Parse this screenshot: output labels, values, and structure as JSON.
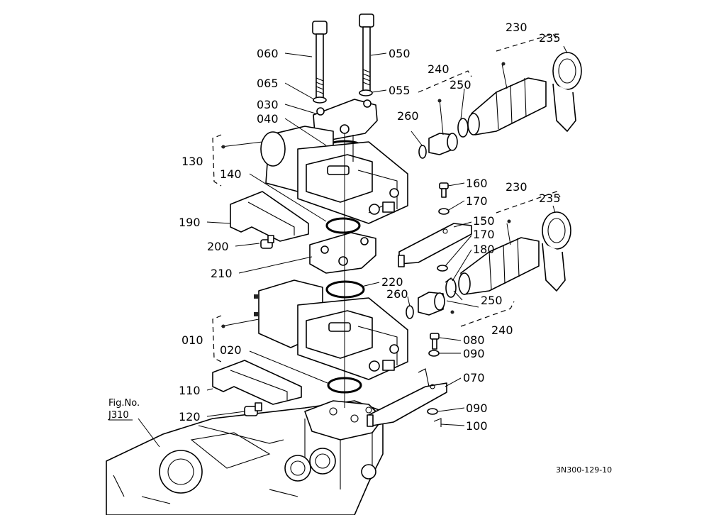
{
  "labels": {
    "p060": "060",
    "p050": "050",
    "p065": "065",
    "p055": "055",
    "p030": "030",
    "p040": "040",
    "p130": "130",
    "p140": "140",
    "p190": "190",
    "p200": "200",
    "p210": "210",
    "p220": "220",
    "p260a": "260",
    "p260b": "260",
    "p240a": "240",
    "p250a": "250",
    "p230a": "230",
    "p235a": "235",
    "p160": "160",
    "p170a": "170",
    "p150": "150",
    "p170b": "170",
    "p180": "180",
    "p230b": "230",
    "p235b": "235",
    "p250b": "250",
    "p240b": "240",
    "p010": "010",
    "p020": "020",
    "p080": "080",
    "p090a": "090",
    "p070": "070",
    "p110": "110",
    "p120": "120",
    "p090b": "090",
    "p100": "100"
  },
  "figure_ref": {
    "line1": "Fig.No.",
    "line2": "J310"
  },
  "drawing_code": "3N300-129-10"
}
